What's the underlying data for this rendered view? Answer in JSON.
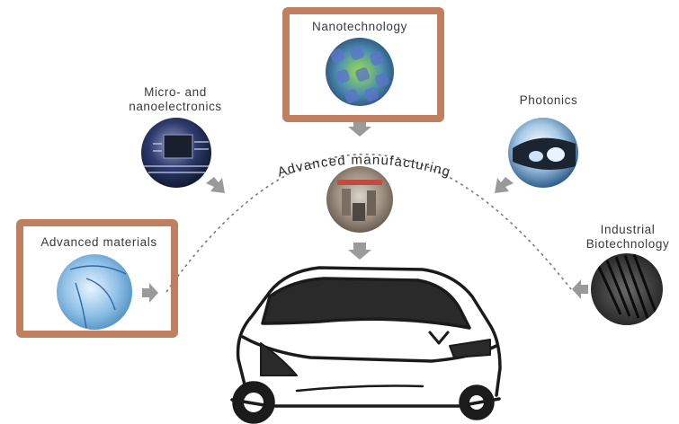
{
  "arc_label": "Advanced manufacturing",
  "highlight_color": "#c07f5e",
  "technologies": {
    "nano": {
      "label": "Nanotechnology",
      "icon": "nanotech-image-icon",
      "highlighted": true
    },
    "micro": {
      "label": "Micro- and\nnanoelectronics",
      "icon": "circuit-board-image-icon",
      "highlighted": false
    },
    "photonics": {
      "label": "Photonics",
      "icon": "headlight-image-icon",
      "highlighted": false
    },
    "materials": {
      "label": "Advanced materials",
      "icon": "glass-material-image-icon",
      "highlighted": true
    },
    "biotech": {
      "label": "Industrial\nBiotechnology",
      "icon": "tire-image-icon",
      "highlighted": false
    },
    "manufacturing": {
      "label": "",
      "icon": "factory-image-icon",
      "highlighted": false
    }
  },
  "center_image": "car-illustration-icon"
}
